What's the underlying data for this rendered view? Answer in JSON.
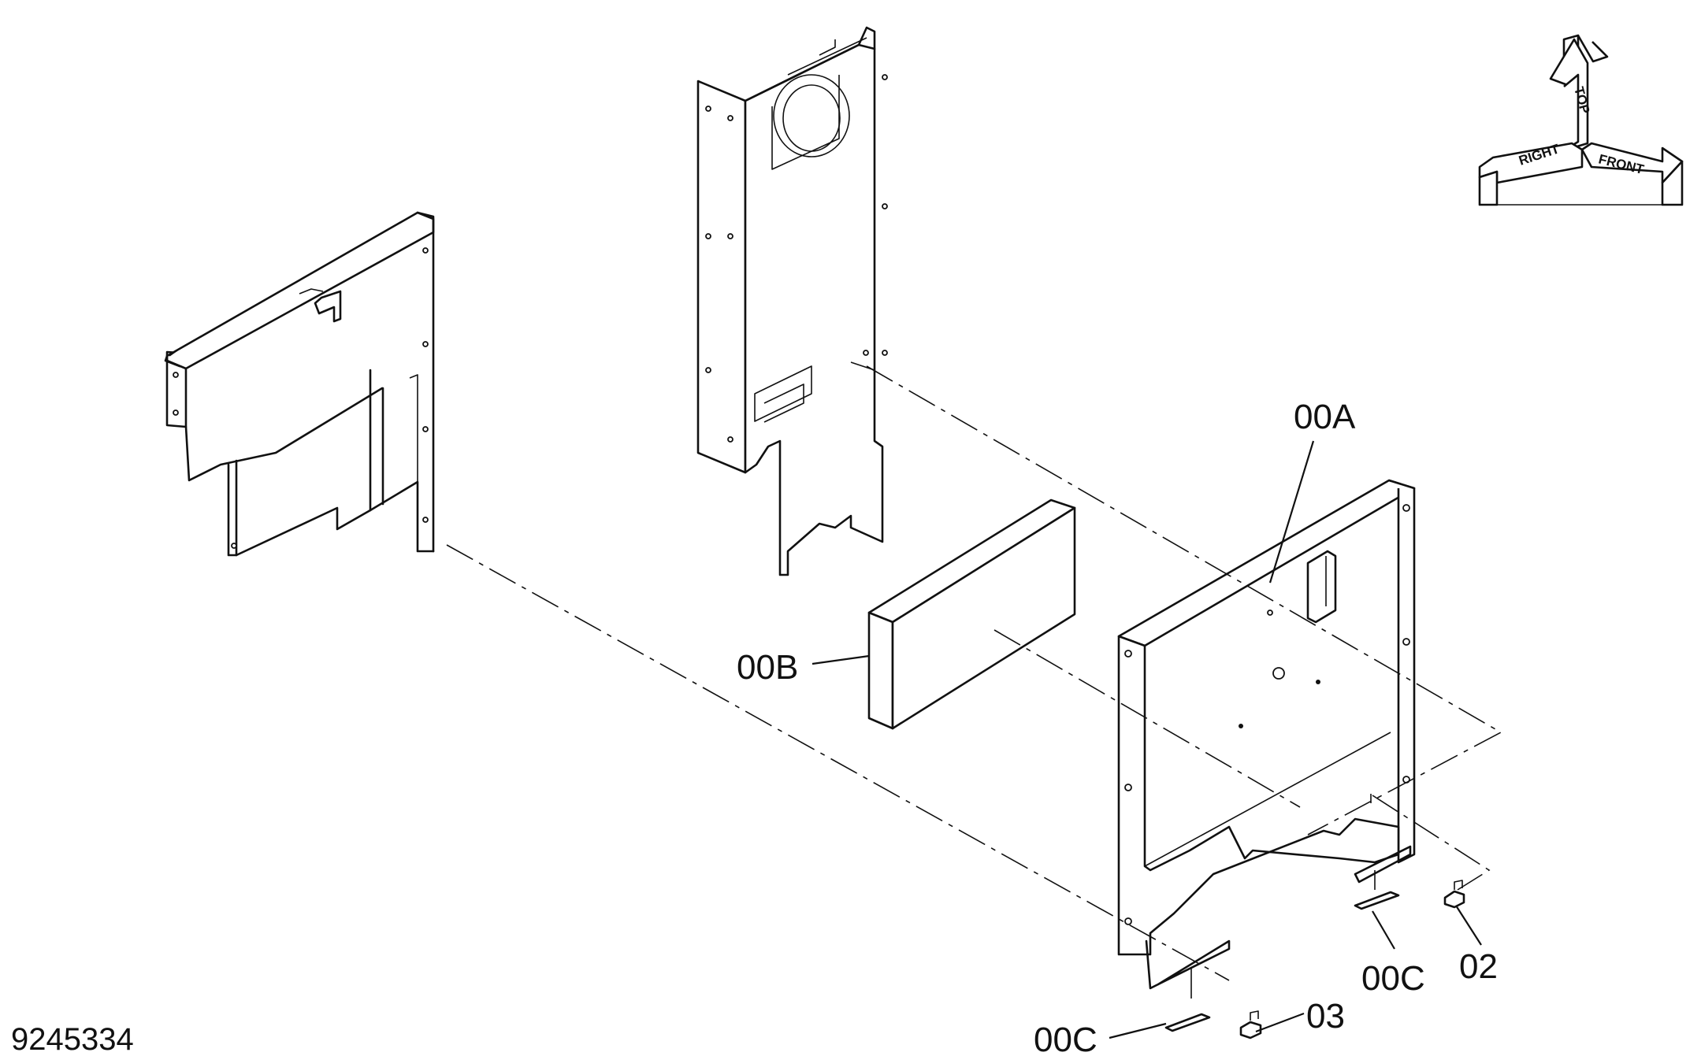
{
  "drawing_number": "9245334",
  "callouts": {
    "part_00A": "00A",
    "part_00B": "00B",
    "part_00C_left": "00C",
    "part_00C_right": "00C",
    "part_02": "02",
    "part_03": "03"
  },
  "orientation_indicator": {
    "top": "TOP",
    "right": "RIGHT",
    "front": "FRONT"
  },
  "colors": {
    "line": "#111111",
    "background": "#ffffff"
  }
}
